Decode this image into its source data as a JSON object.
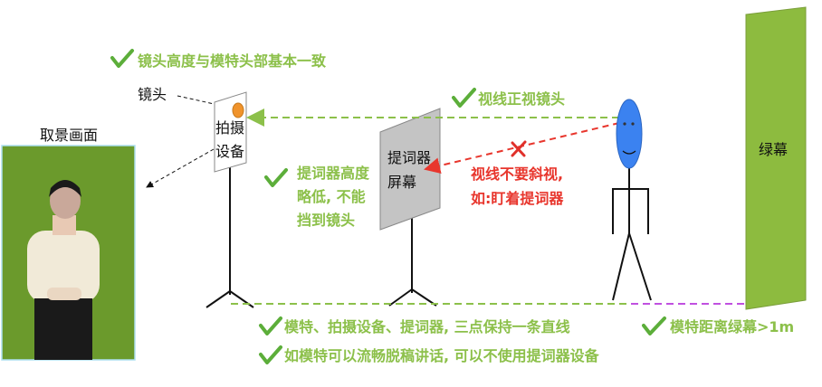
{
  "notes": {
    "camera_height": "镜头高度与模特头部基本一致",
    "eyes_on_lens": "视线正视镜头",
    "prompter_height": [
      "提词器高度",
      "略低, 不能",
      "挡到镜头"
    ],
    "no_side_glance": [
      "视线不要斜视,",
      "如:盯着提词器"
    ],
    "straight_line": "模特、拍摄设备、提词器, 三点保持一条直线",
    "no_prompter": "如模特可以流畅脱稿讲话, 可以不使用提词器设备",
    "distance": "模特距离绿幕>1m"
  },
  "labels": {
    "lens": "镜头",
    "viewfinder": "取景画面",
    "camera": [
      "拍摄",
      "设备"
    ],
    "prompter": [
      "提词器",
      "屏幕"
    ],
    "green_screen": "绿幕"
  },
  "colors": {
    "note_green": "#8cc04a",
    "warning_red": "#e8362d",
    "screen_green": "#8dbb3f",
    "head_blue": "#3b82f0",
    "lens_orange": "#f0932b",
    "distance_purple": "#c050e0"
  }
}
